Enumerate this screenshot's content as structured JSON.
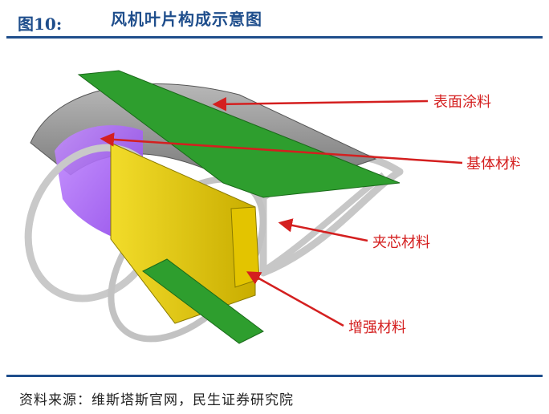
{
  "figure": {
    "number": "图10:",
    "title": "风机叶片构成示意图"
  },
  "labels": {
    "surface_coating": "表面涂料",
    "base_material": "基体材料",
    "core_material": "夹芯材料",
    "reinforcement": "增强材料"
  },
  "source": "资料来源：维斯塔斯官网，民生证券研究院",
  "colors": {
    "title": "#1f4e8c",
    "rule": "#1f4e8c",
    "arrow": "#d41f1f",
    "shell": "#8a8a8a",
    "spar_cap": "#2e9e2e",
    "core": "#e0c800",
    "inner": "#b070ff",
    "ribs": "#bdbdbd"
  }
}
